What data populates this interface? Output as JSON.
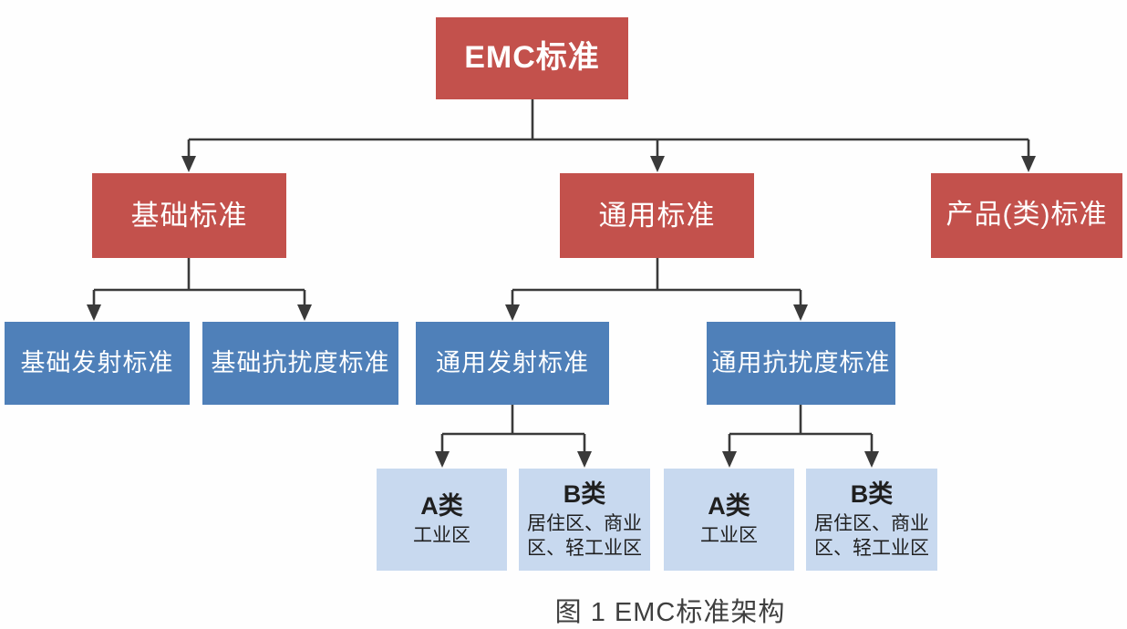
{
  "caption": "图 1  EMC标准架构",
  "colors": {
    "red_box_fill": "#c3514c",
    "blue_box_fill": "#4f80b9",
    "light_blue_box_fill": "#c8d9ef",
    "box_text_light": "#ffffff",
    "box_text_dark": "#1f1f1f",
    "connector_line": "#3a3a3a",
    "caption_text": "#3f3f3f"
  },
  "nodes": {
    "root": {
      "label": "EMC标准"
    },
    "basic": {
      "label": "基础标准"
    },
    "generic": {
      "label": "通用标准"
    },
    "product": {
      "label": "产品(类)标准"
    },
    "basic_emission": {
      "label": "基础发射标准"
    },
    "basic_immunity": {
      "label": "基础抗扰度标准"
    },
    "generic_emission": {
      "label": "通用发射标准"
    },
    "generic_immunity": {
      "label": "通用抗扰度标准"
    },
    "generic_emission_class_a": {
      "title": "A类",
      "subtitle": "工业区"
    },
    "generic_emission_class_b": {
      "title": "B类",
      "subtitle": "居住区、商业区、轻工业区"
    },
    "generic_immunity_class_a": {
      "title": "A类",
      "subtitle": "工业区"
    },
    "generic_immunity_class_b": {
      "title": "B类",
      "subtitle": "居住区、商业区、轻工业区"
    }
  },
  "edges": [
    {
      "from": "EMC标准",
      "to": "基础标准"
    },
    {
      "from": "EMC标准",
      "to": "通用标准"
    },
    {
      "from": "EMC标准",
      "to": "产品(类)标准"
    },
    {
      "from": "基础标准",
      "to": "基础发射标准"
    },
    {
      "from": "基础标准",
      "to": "基础抗扰度标准"
    },
    {
      "from": "通用标准",
      "to": "通用发射标准"
    },
    {
      "from": "通用标准",
      "to": "通用抗扰度标准"
    },
    {
      "from": "通用发射标准",
      "to": "A类 工业区"
    },
    {
      "from": "通用发射标准",
      "to": "B类 居住区、商业区、轻工业区"
    },
    {
      "from": "通用抗扰度标准",
      "to": "A类 工业区"
    },
    {
      "from": "通用抗扰度标准",
      "to": "B类 居住区、商业区、轻工业区"
    }
  ]
}
